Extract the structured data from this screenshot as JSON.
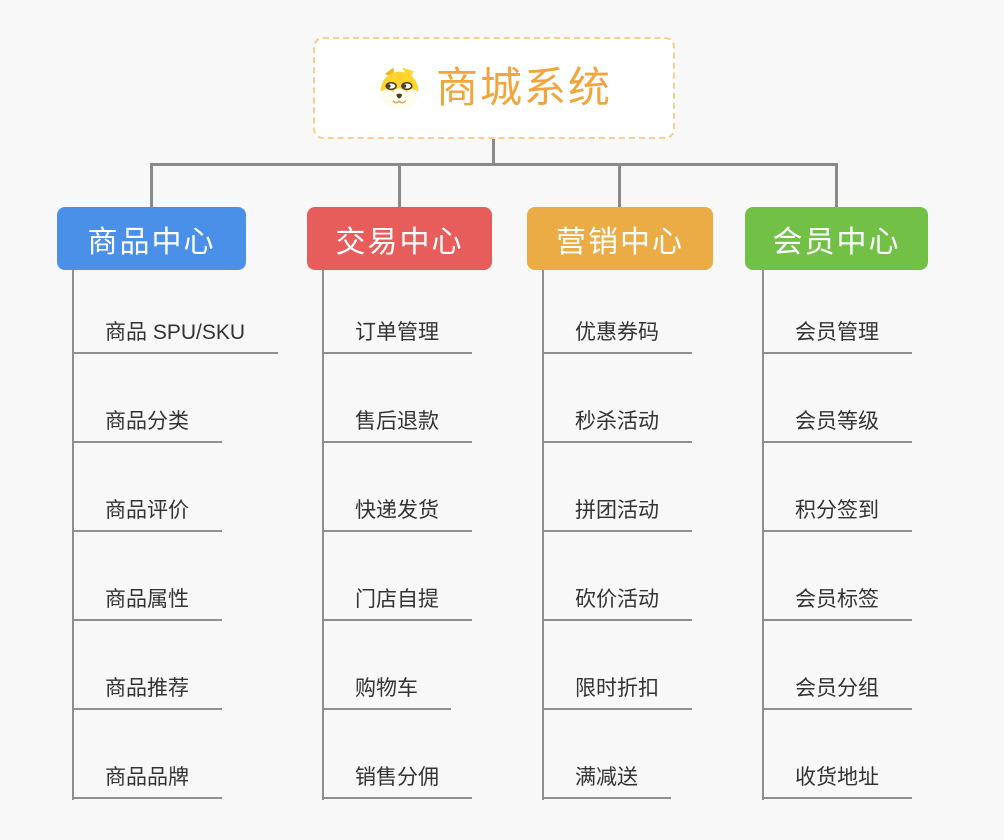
{
  "page": {
    "background_color": "#f8f8f8"
  },
  "root": {
    "title": "商城系统",
    "icon": "dog-face-icon",
    "title_color": "#F0A63C",
    "border_color": "#F6CF90"
  },
  "connector": {
    "color": "#8a8a8a"
  },
  "item_style": {
    "text_color": "#333333",
    "underline_color": "#8f8f8f"
  },
  "branches": [
    {
      "label": "商品中心",
      "color": "#4B90E8",
      "items": [
        "商品 SPU/SKU",
        "商品分类",
        "商品评价",
        "商品属性",
        "商品推荐",
        "商品品牌"
      ]
    },
    {
      "label": "交易中心",
      "color": "#E65D5B",
      "items": [
        "订单管理",
        "售后退款",
        "快递发货",
        "门店自提",
        "购物车",
        "销售分佣"
      ]
    },
    {
      "label": "营销中心",
      "color": "#EBAC45",
      "items": [
        "优惠券码",
        "秒杀活动",
        "拼团活动",
        "砍价活动",
        "限时折扣",
        "满减送"
      ]
    },
    {
      "label": "会员中心",
      "color": "#72C146",
      "items": [
        "会员管理",
        "会员等级",
        "积分签到",
        "会员标签",
        "会员分组",
        "收货地址"
      ]
    }
  ]
}
